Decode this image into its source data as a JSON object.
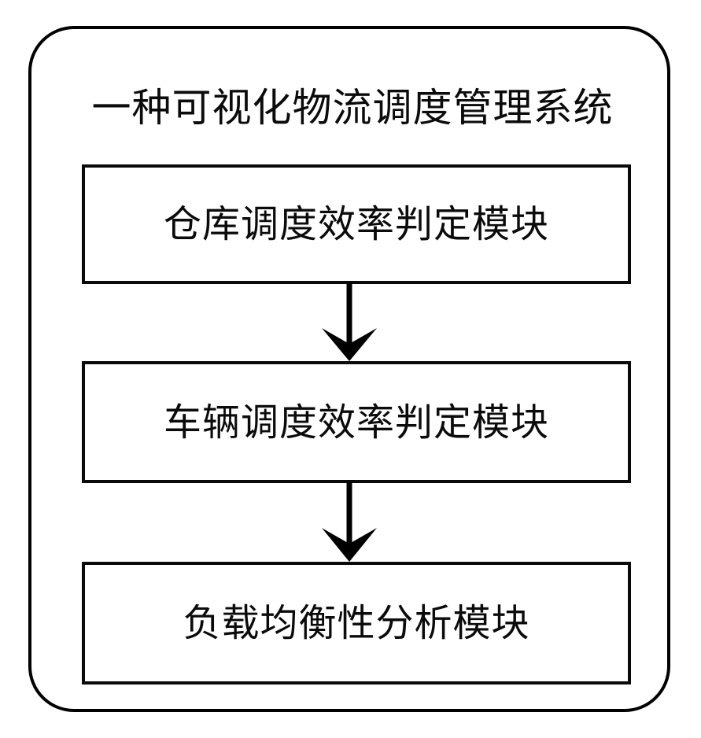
{
  "diagram": {
    "type": "block-diagram",
    "orientation": "vertical",
    "system": {
      "title": "一种可视化物流调度管理系统",
      "shape": "rounded-rectangle",
      "border_color": "#000000"
    },
    "modules": [
      {
        "id": "warehouse-scheduling-efficiency",
        "label": "仓库调度效率判定模块",
        "shape": "rectangle",
        "border_color": "#0a0a0a"
      },
      {
        "id": "vehicle-scheduling-efficiency",
        "label": "车辆调度效率判定模块",
        "shape": "rectangle",
        "border_color": "#0a0a0a"
      },
      {
        "id": "load-balance-analysis",
        "label": "负载均衡性分析模块",
        "shape": "rectangle",
        "border_color": "#0a0a0a"
      }
    ],
    "connectors": [
      {
        "id": "arrow-1",
        "from": "warehouse-scheduling-efficiency",
        "to": "vehicle-scheduling-efficiency",
        "style": "solid-line-barbed-arrowhead",
        "direction": "down"
      },
      {
        "id": "arrow-2",
        "from": "vehicle-scheduling-efficiency",
        "to": "load-balance-analysis",
        "style": "solid-line-barbed-arrowhead",
        "direction": "down"
      }
    ],
    "colors": {
      "background": "#ffffff",
      "stroke": "#000000",
      "text": "#0b0b0b"
    }
  }
}
